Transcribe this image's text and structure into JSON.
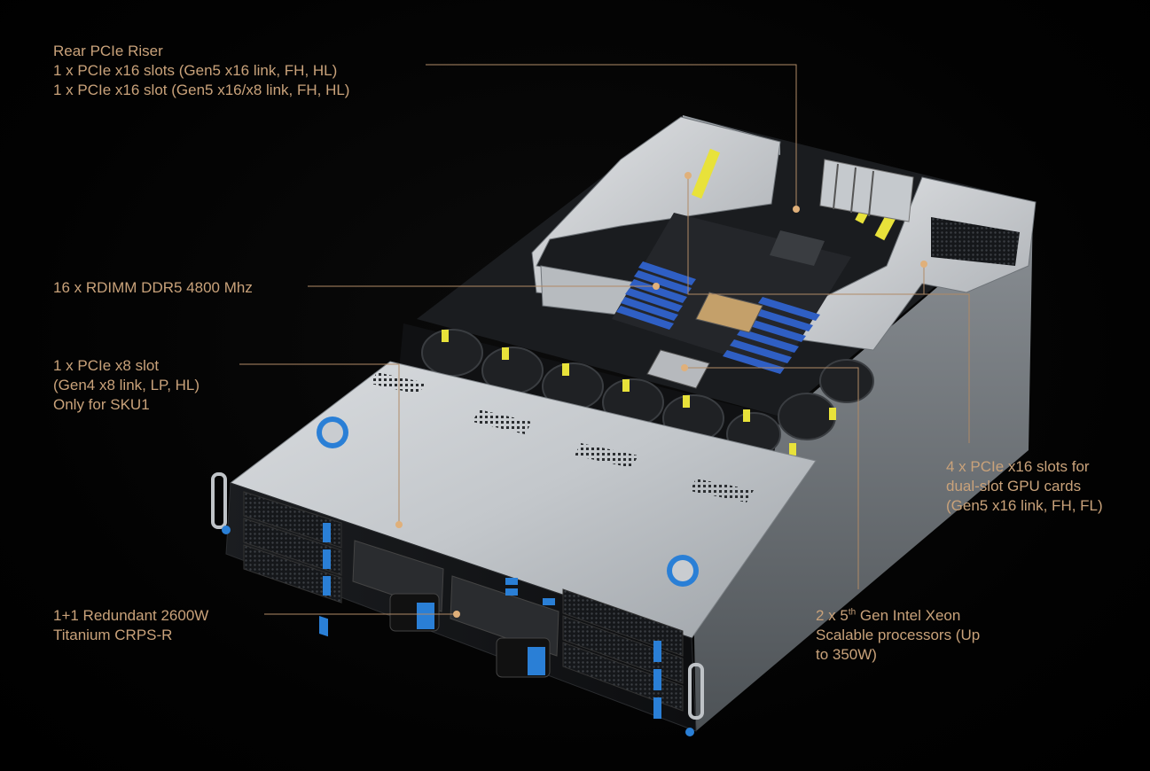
{
  "callouts": {
    "rear_riser": {
      "lines": [
        "Rear PCIe Riser",
        "1 x PCIe x16 slots (Gen5 x16 link, FH, HL)",
        "1 x PCIe x16 slot (Gen5 x16/x8 link, FH, HL)"
      ]
    },
    "dimm": {
      "lines": [
        "16 x RDIMM DDR5 4800 Mhz"
      ]
    },
    "pcie_x8": {
      "lines": [
        "1 x PCIe x8 slot",
        "(Gen4 x8 link, LP, HL)",
        "Only for SKU1"
      ]
    },
    "psu": {
      "lines": [
        "1+1 Redundant 2600W",
        "Titanium CRPS-R"
      ]
    },
    "gpu_slots": {
      "lines": [
        "4 x PCIe x16 slots for",
        "dual-slot GPU cards",
        "(Gen5 x16 link, FH, FL)"
      ]
    },
    "cpu": {
      "line1_prefix": "2 x 5",
      "line1_sup": "th",
      "line1_suffix": " Gen Intel Xeon",
      "lines_rest": [
        "Scalable processors (Up",
        "to 350W)"
      ]
    }
  },
  "colors": {
    "background": "#000000",
    "callout_text": "#c9a27a",
    "leader_line": "#b08a66",
    "accent_blue": "#2a7fd6",
    "accent_yellow": "#e8e23a"
  }
}
